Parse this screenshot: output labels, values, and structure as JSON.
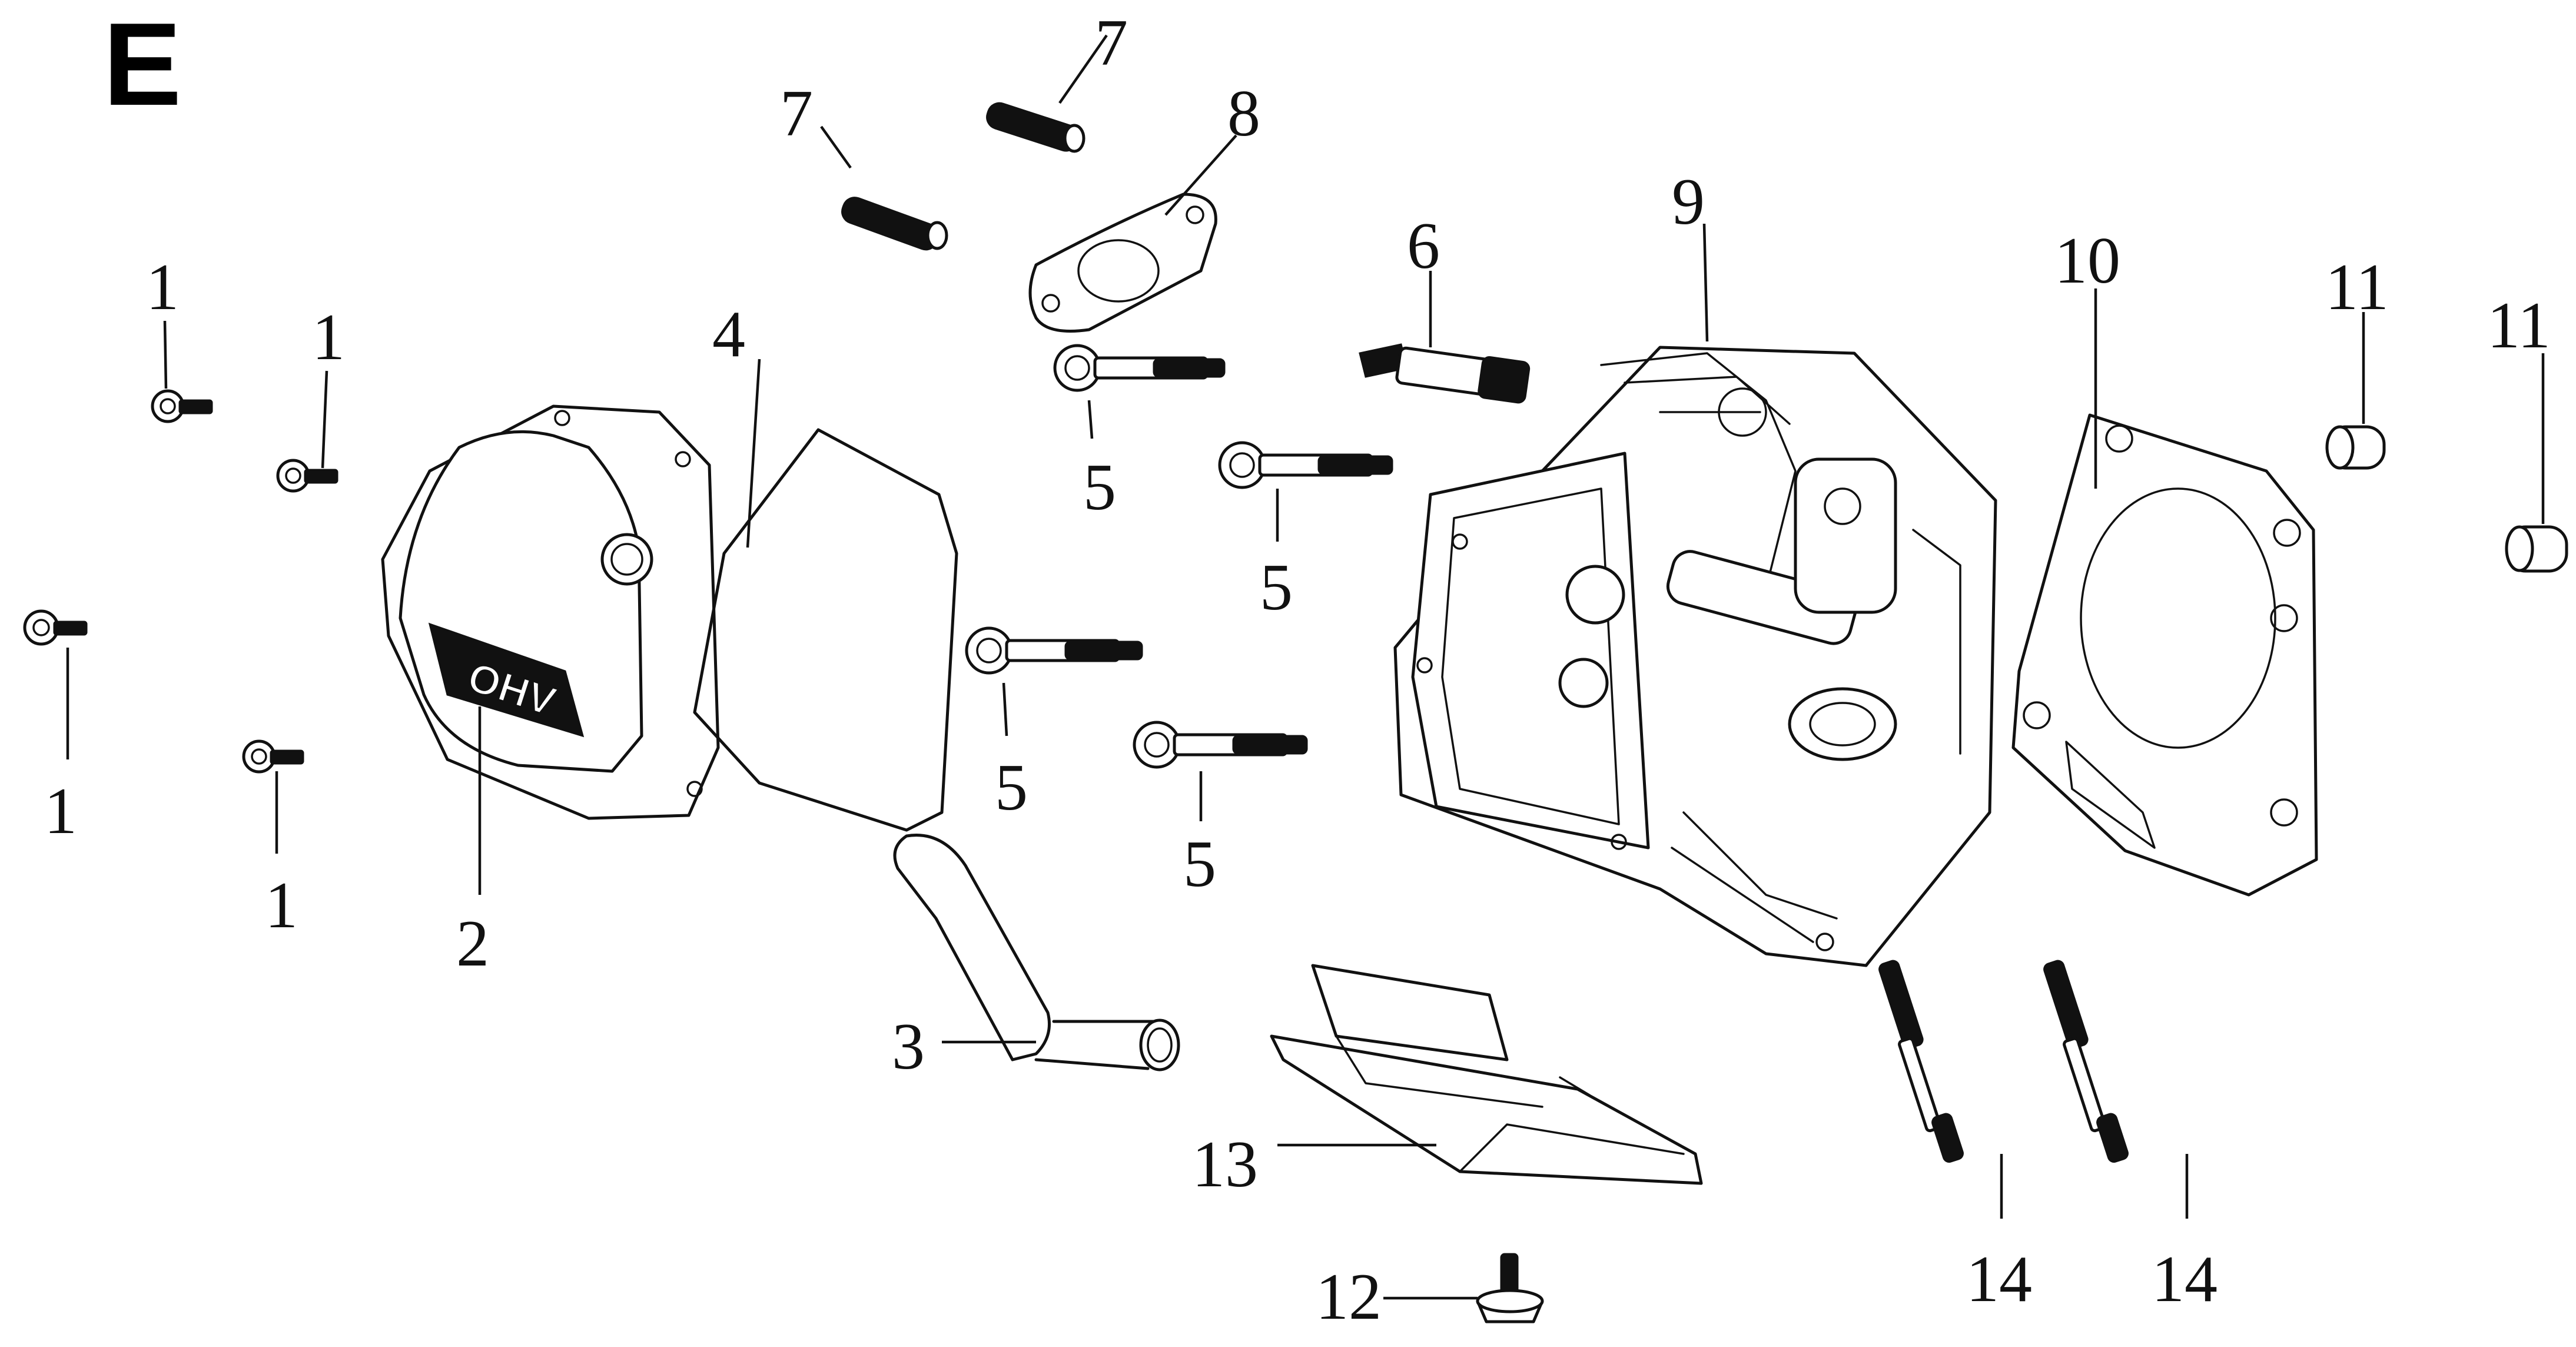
{
  "title": "E",
  "emblem": "OHV",
  "callouts": [
    {
      "id": "c1a",
      "label": "1"
    },
    {
      "id": "c1b",
      "label": "1"
    },
    {
      "id": "c1c",
      "label": "1"
    },
    {
      "id": "c1d",
      "label": "1"
    },
    {
      "id": "c2",
      "label": "2"
    },
    {
      "id": "c3",
      "label": "3"
    },
    {
      "id": "c4",
      "label": "4"
    },
    {
      "id": "c5a",
      "label": "5"
    },
    {
      "id": "c5b",
      "label": "5"
    },
    {
      "id": "c5c",
      "label": "5"
    },
    {
      "id": "c5d",
      "label": "5"
    },
    {
      "id": "c6",
      "label": "6"
    },
    {
      "id": "c7a",
      "label": "7"
    },
    {
      "id": "c7b",
      "label": "7"
    },
    {
      "id": "c8",
      "label": "8"
    },
    {
      "id": "c9",
      "label": "9"
    },
    {
      "id": "c10",
      "label": "10"
    },
    {
      "id": "c11a",
      "label": "11"
    },
    {
      "id": "c11b",
      "label": "11"
    },
    {
      "id": "c12",
      "label": "12"
    },
    {
      "id": "c13",
      "label": "13"
    },
    {
      "id": "c14a",
      "label": "14"
    },
    {
      "id": "c14b",
      "label": "14"
    }
  ]
}
